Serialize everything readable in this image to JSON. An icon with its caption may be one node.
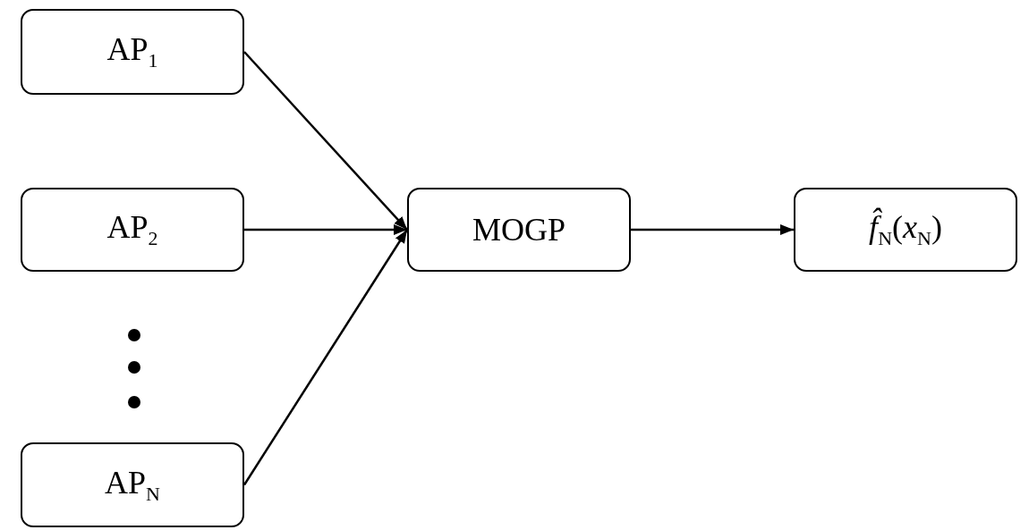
{
  "diagram": {
    "nodes": [
      {
        "text": [
          "AP$_{1}$"
        ]
      },
      {
        "text": [
          "AP$_{2}$"
        ]
      },
      {
        "text": [
          "AP$_{N}$"
        ]
      },
      {
        "text": [
          "MOGP"
        ]
      },
      {
        "text": [
          "*f̂*$_{N}$(*x*$_{N}$)"
        ]
      }
    ],
    "edges": [
      {
        "from": 0,
        "to": 3,
        "arrow": "to"
      },
      {
        "from": 1,
        "to": 3,
        "arrow": "to"
      },
      {
        "from": 2,
        "to": 3,
        "arrow": "to"
      },
      {
        "from": 3,
        "to": 4,
        "arrow": "to"
      }
    ]
  }
}
